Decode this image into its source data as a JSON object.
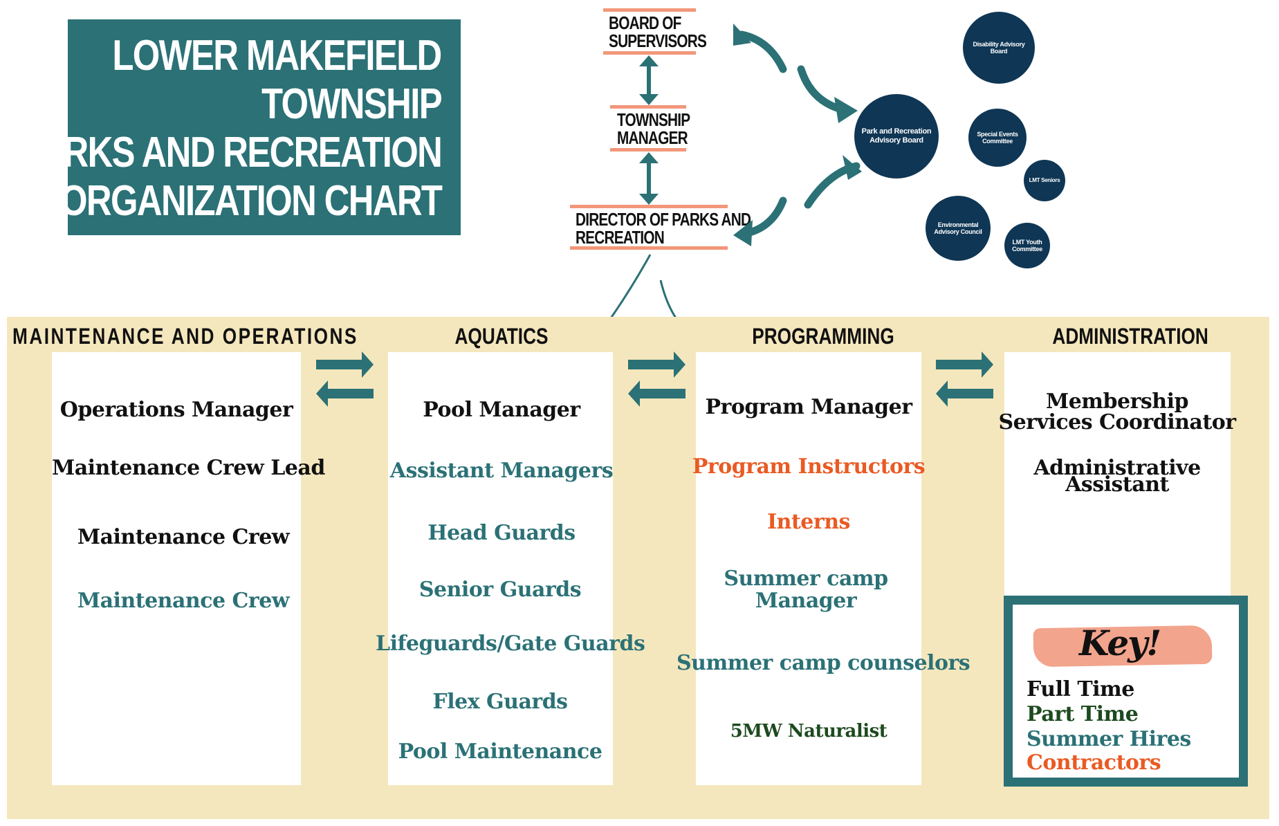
{
  "title": {
    "line1": "LOWER MAKEFIELD",
    "line2": "TOWNSHIP",
    "line3": "PARKS AND RECREATION",
    "line4": "ORGANIZATION CHART"
  },
  "hierarchy": {
    "board": [
      "BOARD OF",
      "SUPERVISORS"
    ],
    "manager": [
      "TOWNSHIP",
      "MANAGER"
    ],
    "director": [
      "DIRECTOR OF PARKS AND",
      "RECREATION"
    ]
  },
  "advisory": {
    "main": [
      "Park and Recreation",
      "Advisory Board"
    ],
    "disability": [
      "Disability Advisory",
      "Board"
    ],
    "special_events": [
      "Special Events",
      "Committee"
    ],
    "seniors": [
      "LMT Seniors"
    ],
    "environmental": [
      "Environmental",
      "Advisory Council"
    ],
    "youth": [
      "LMT Youth",
      "Committee"
    ]
  },
  "departments": {
    "maintenance": {
      "title": "MAINTENANCE AND OPERATIONS",
      "roles": [
        "Operations Manager",
        "Maintenance Crew Lead",
        "Maintenance Crew",
        "Maintenance Crew"
      ]
    },
    "aquatics": {
      "title": "AQUATICS",
      "roles": [
        "Pool Manager",
        "Assistant Managers",
        "Head Guards",
        "Senior Guards",
        "Lifeguards/Gate Guards",
        "Flex Guards",
        "Pool Maintenance"
      ]
    },
    "programming": {
      "title": "PROGRAMMING",
      "roles": [
        "Program Manager",
        "Program Instructors",
        "Interns",
        "Summer camp",
        "Manager",
        "Summer camp counselors",
        "5MW Naturalist"
      ]
    },
    "administration": {
      "title": "ADMINISTRATION",
      "roles": [
        "Membership",
        "Services Coordinator",
        "Administrative",
        "Assistant"
      ]
    }
  },
  "key": {
    "heading": "Key!",
    "items": [
      "Full Time",
      "Part Time",
      "Summer Hires",
      "Contractors"
    ]
  },
  "colors": {
    "teal": "#2b7176",
    "navy": "#0f3654",
    "cream": "#f5e7bd",
    "orange": "#ea5a23",
    "salmon": "#f2977a",
    "dark_green": "#1d4a1f"
  }
}
